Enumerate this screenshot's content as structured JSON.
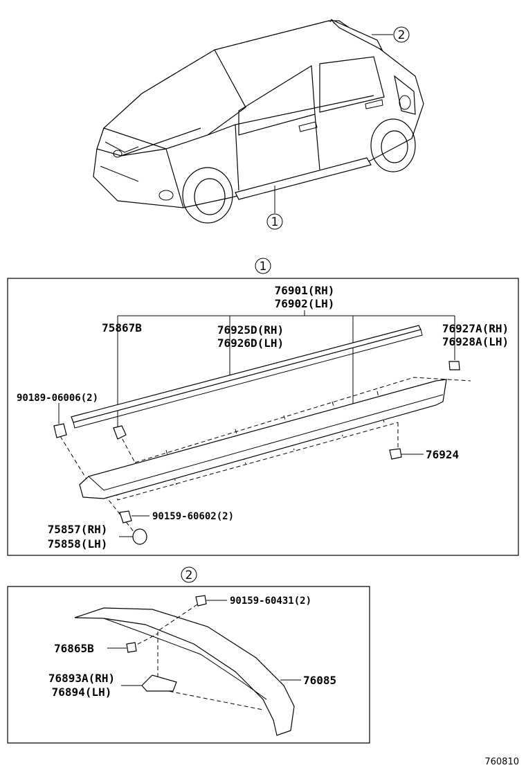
{
  "callouts": {
    "car_1": "1",
    "car_2": "2",
    "section_1": "1",
    "section_2": "2"
  },
  "section1": {
    "main_rh": "76901(RH)",
    "main_lh": "76902(LH)",
    "clip_top": "75867B",
    "molding_rh": "76925D(RH)",
    "molding_lh": "76926D(LH)",
    "end_rh": "76927A(RH)",
    "end_lh": "76928A(LH)",
    "screw_left": "90189-06006(2)",
    "nut": "76924",
    "screw_bottom": "90159-60602(2)",
    "cap_rh": "75857(RH)",
    "cap_lh": "75858(LH)"
  },
  "section2": {
    "screw": "90159-60431(2)",
    "clip": "76865B",
    "bracket_rh": "76893A(RH)",
    "bracket_lh": "76894(LH)",
    "spoiler": "76085"
  },
  "figure_number": "760810"
}
